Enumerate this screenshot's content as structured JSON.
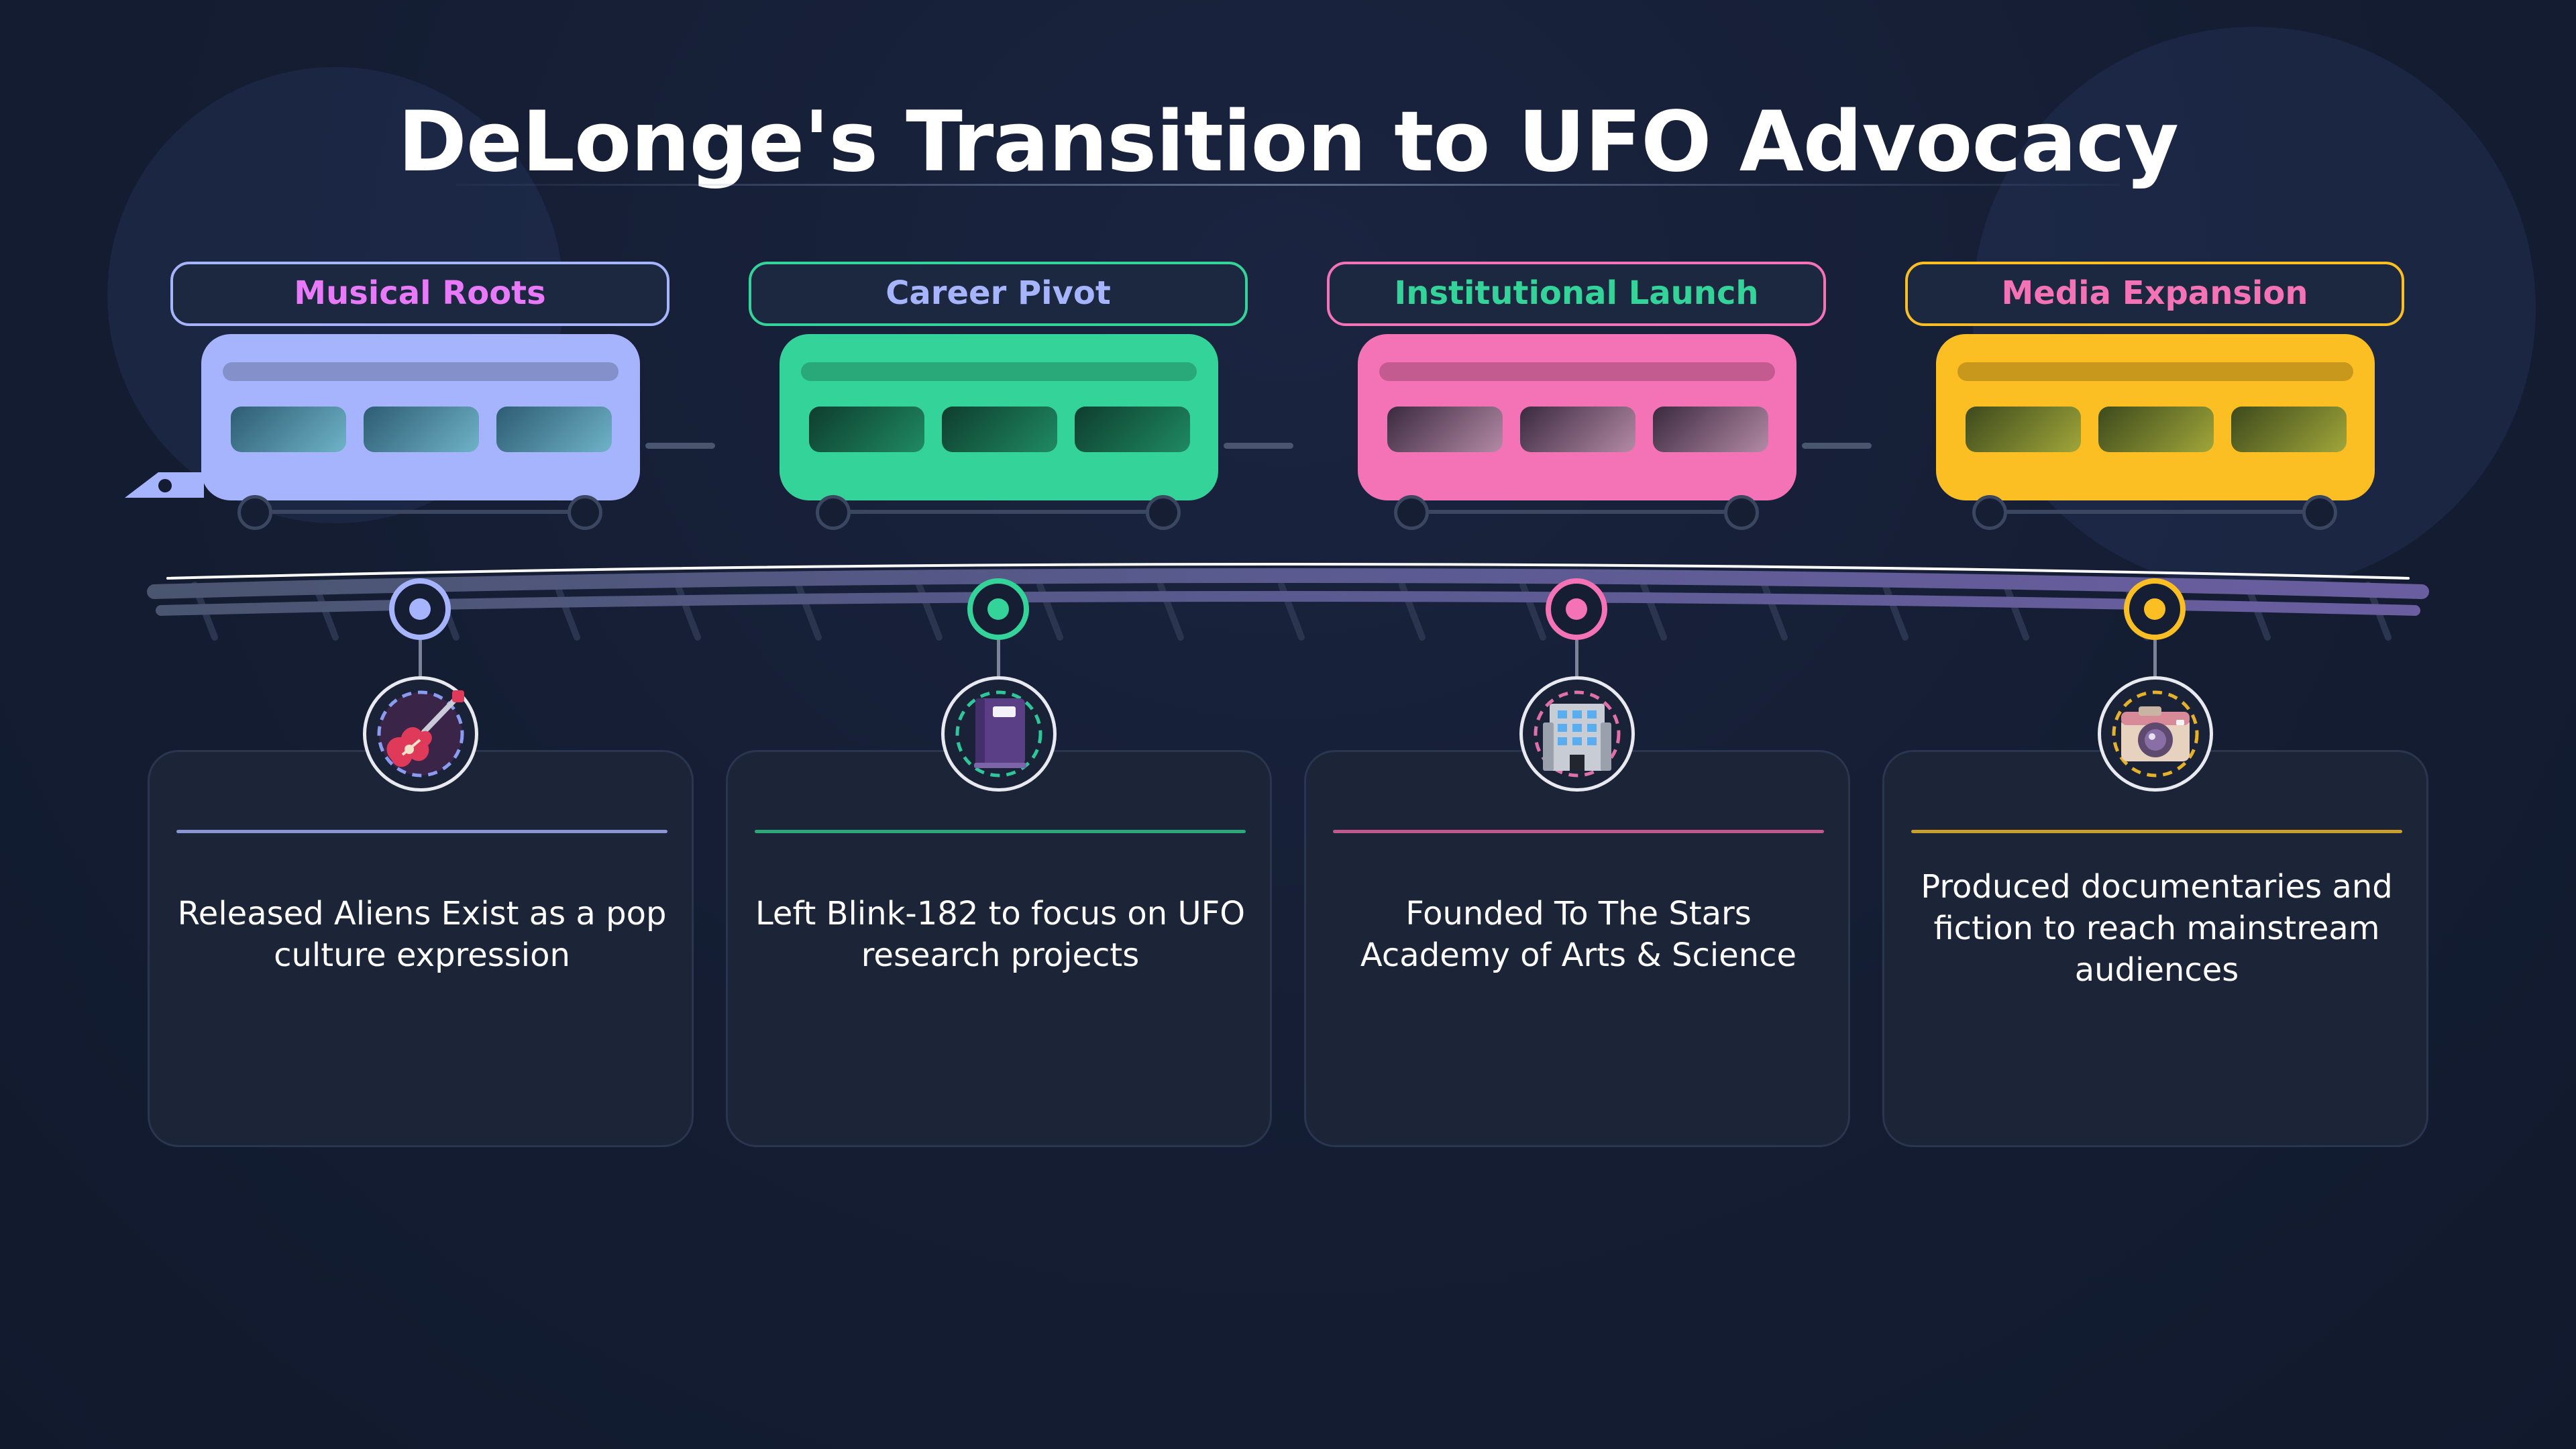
{
  "title": "DeLonge's Transition to UFO Advocacy",
  "colors": {
    "background": "#131c30",
    "periwinkle": "#a5b4fc",
    "green": "#34d399",
    "pink": "#f472b6",
    "yellow": "#fbbf24",
    "label_musical": "#e879f9",
    "label_career": "#a5b4fc",
    "label_institutional": "#34d399",
    "label_media": "#f472b6"
  },
  "stages": [
    {
      "label": "Musical Roots",
      "icon": "electric-guitar-icon",
      "description": "Released Aliens Exist as a pop culture expression"
    },
    {
      "label": "Career Pivot",
      "icon": "notebook-icon",
      "description": "Left Blink-182 to focus on UFO research projects"
    },
    {
      "label": "Institutional Launch",
      "icon": "office-building-icon",
      "description": "Founded To The Stars Academy of Arts & Science"
    },
    {
      "label": "Media Expansion",
      "icon": "camera-icon",
      "description": "Produced documentaries and fiction to reach mainstream audiences"
    }
  ]
}
